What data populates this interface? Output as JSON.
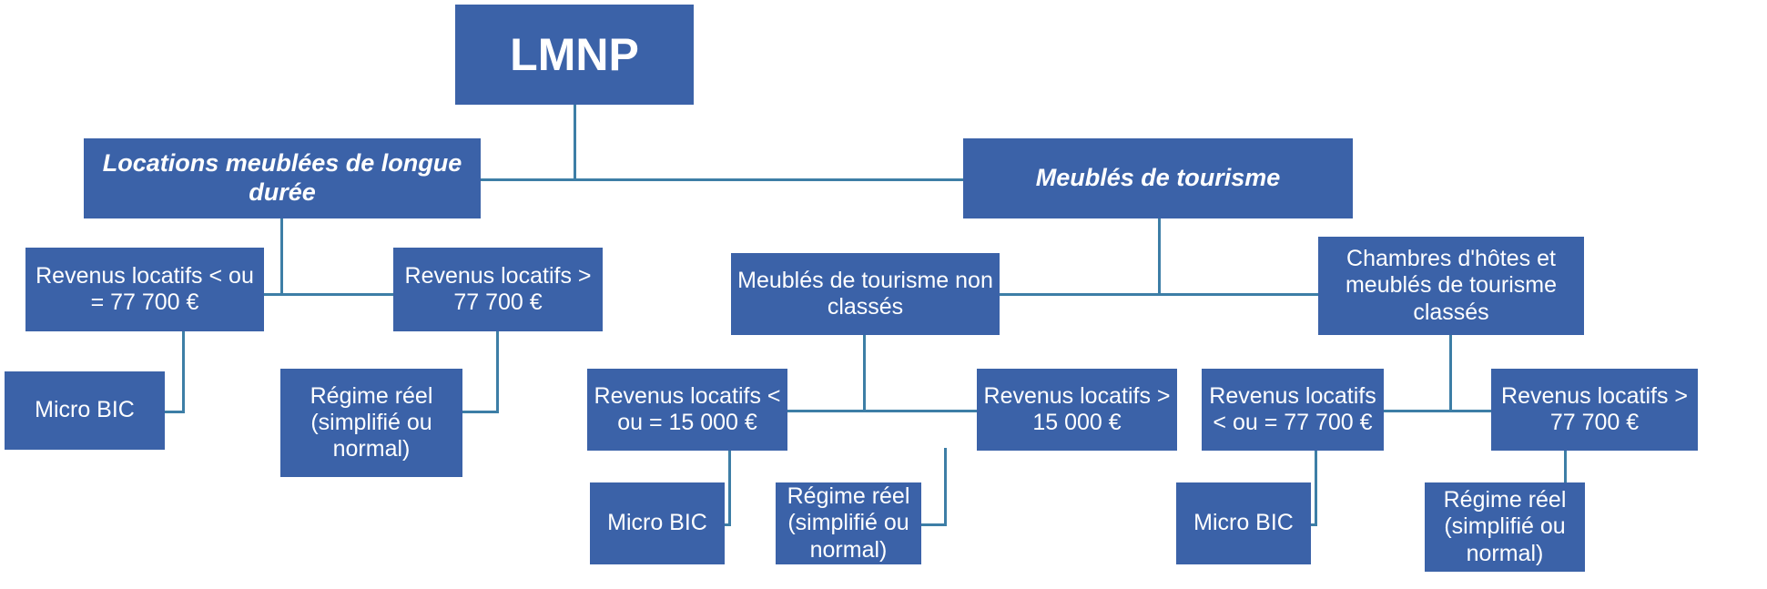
{
  "diagram": {
    "title": "LMNP",
    "type": "tree",
    "colors": {
      "node_fill": "#3b62a8",
      "node_text": "#ffffff",
      "connector": "#3d7ea6",
      "background": "#ffffff"
    },
    "nodes": {
      "root": {
        "label": "LMNP"
      },
      "branch_long_term": {
        "label": "Locations meublées de longue durée"
      },
      "branch_tourism": {
        "label": "Meublés de tourisme"
      },
      "lt_income_low": {
        "label": "Revenus locatifs < ou = 77 700 €"
      },
      "lt_income_high": {
        "label": "Revenus locatifs > 77 700 €"
      },
      "lt_regime_micro": {
        "label": "Micro BIC"
      },
      "lt_regime_reel": {
        "label": "Régime réel (simplifié ou normal)"
      },
      "tourism_unclassified": {
        "label": "Meublés de tourisme non classés"
      },
      "tourism_classified": {
        "label": "Chambres d'hôtes et meublés de tourisme classés"
      },
      "unc_income_low": {
        "label": "Revenus locatifs < ou = 15 000 €"
      },
      "unc_income_high": {
        "label": "Revenus locatifs > 15 000 €"
      },
      "unc_regime_micro": {
        "label": "Micro BIC"
      },
      "unc_regime_reel": {
        "label": "Régime réel (simplifié ou normal)"
      },
      "cls_income_low": {
        "label": "Revenus locatifs < ou = 77 700 €"
      },
      "cls_income_high": {
        "label": "Revenus locatifs > 77 700 €"
      },
      "cls_regime_micro": {
        "label": "Micro BIC"
      },
      "cls_regime_reel": {
        "label": "Régime réel (simplifié ou normal)"
      }
    }
  }
}
